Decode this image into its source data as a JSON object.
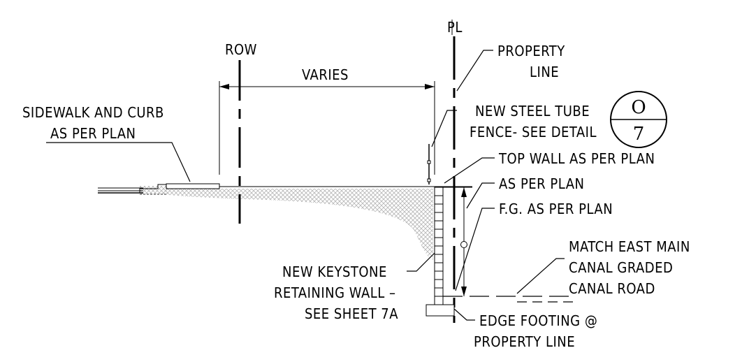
{
  "labels": {
    "pl_symbol": "PL",
    "row": "ROW",
    "varies": "VARIES",
    "property_line_1": "PROPERTY",
    "property_line_2": "LINE",
    "sidewalk_1": "SIDEWALK AND CURB",
    "sidewalk_2": "AS PER PLAN",
    "fence_1": "NEW STEEL TUBE",
    "fence_2": "FENCE- SEE DETAIL",
    "detail_top": "O",
    "detail_bottom": "7",
    "top_wall": "TOP WALL AS PER PLAN",
    "as_per_plan": "AS PER PLAN",
    "fg": "F.G. AS PER PLAN",
    "match_1": "MATCH EAST MAIN",
    "match_2": "CANAL GRADED",
    "match_3": "CANAL ROAD",
    "keystone_1": "NEW KEYSTONE",
    "keystone_2": "RETAINING WALL –",
    "keystone_3": "SEE SHEET 7A",
    "footing_1": "EDGE FOOTING @",
    "footing_2": "PROPERTY LINE"
  }
}
